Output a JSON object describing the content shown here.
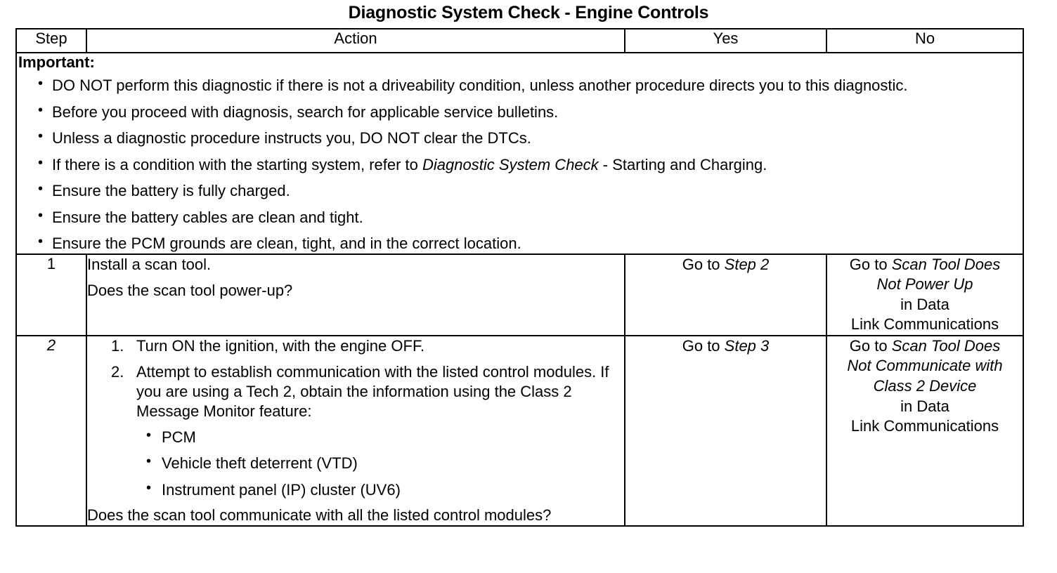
{
  "document": {
    "title": "Diagnostic System Check - Engine Controls"
  },
  "table": {
    "headers": {
      "step": "Step",
      "action": "Action",
      "yes": "Yes",
      "no": "No"
    },
    "important": {
      "heading": "Important:",
      "bullets": [
        "DO NOT perform this diagnostic if there is not a driveability condition, unless another procedure directs you to this diagnostic.",
        "Before you proceed with diagnosis, search for applicable service bulletins.",
        "Unless a diagnostic procedure instructs you, DO NOT clear the DTCs.",
        "If there is a condition with the starting system, refer to Diagnostic System Check - Starting and Charging.",
        "Ensure the battery is fully charged.",
        "Ensure the battery cables are clean and tight.",
        "Ensure the PCM grounds are clean, tight, and in the correct location."
      ],
      "bullet4": {
        "lead": "If there is a condition with the starting system, refer to ",
        "italic_ref": "Diagnostic System Check",
        "tail": " - Starting and Charging."
      }
    },
    "steps": [
      {
        "number": "1",
        "number_italic": false,
        "action_lines": [
          "Install a scan tool.",
          "Does the scan tool power-up?"
        ],
        "yes": {
          "lead": "Go to ",
          "italic_ref": "Step 2",
          "tail": ""
        },
        "no": {
          "lead": "Go to ",
          "italic_lines": [
            "Scan Tool Does",
            "Not Power Up"
          ],
          "plain_lines": [
            "in Data",
            "Link Communications"
          ]
        }
      },
      {
        "number": "2",
        "number_italic": true,
        "numbered_items": [
          "Turn ON the ignition, with the engine OFF.",
          "Attempt to establish communication with the listed control modules. If you are using a Tech 2, obtain the information using the Class 2 Message Monitor feature:"
        ],
        "sub_bullets": [
          "PCM",
          "Vehicle theft deterrent (VTD)",
          "Instrument panel (IP) cluster (UV6)"
        ],
        "question": "Does the scan tool communicate with all the listed control modules?",
        "yes": {
          "lead": "Go to ",
          "italic_ref": "Step 3",
          "tail": ""
        },
        "no": {
          "lead": "Go to ",
          "italic_lines": [
            "Scan Tool Does",
            "Not Communicate with",
            "Class 2 Device"
          ],
          "plain_lines": [
            "in Data",
            "Link Communications"
          ]
        }
      }
    ]
  }
}
